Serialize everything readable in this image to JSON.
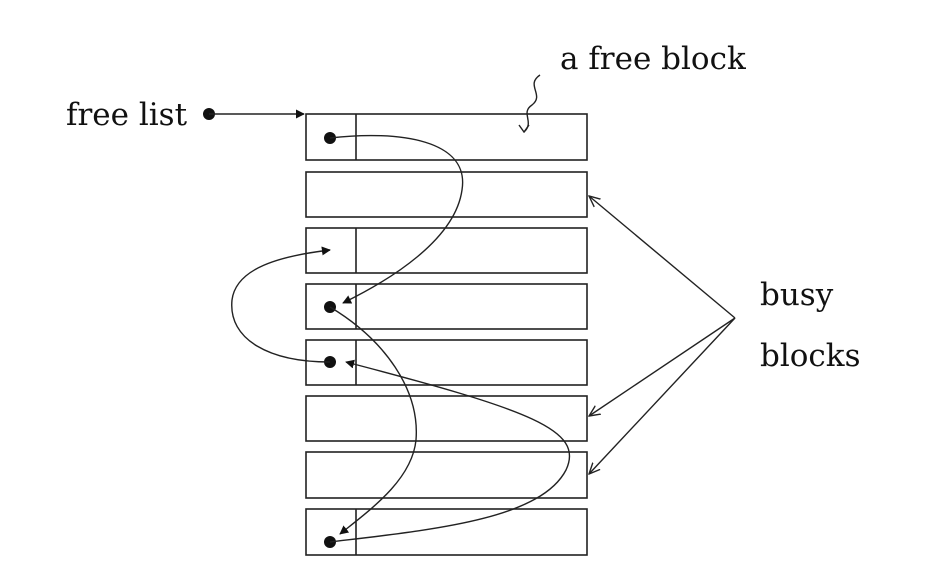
{
  "labels": {
    "free_list": "free list",
    "free_block": "a free block",
    "busy_line1": "busy",
    "busy_line2": "blocks"
  },
  "blocks": [
    {
      "state": "free"
    },
    {
      "state": "busy"
    },
    {
      "state": "free"
    },
    {
      "state": "free"
    },
    {
      "state": "free"
    },
    {
      "state": "busy"
    },
    {
      "state": "busy"
    },
    {
      "state": "free"
    }
  ],
  "colors": {
    "ink": "#222222",
    "background": "#ffffff"
  }
}
